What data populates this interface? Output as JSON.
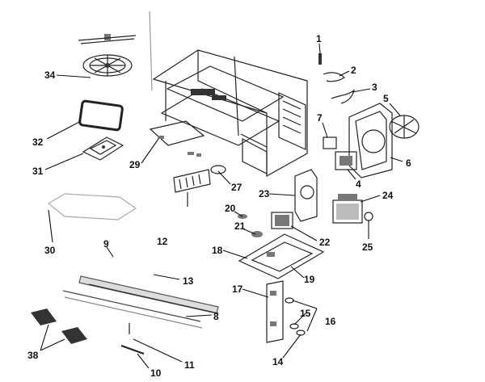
{
  "callouts": [
    {
      "id": "c1",
      "text": "1"
    },
    {
      "id": "c2",
      "text": "2"
    },
    {
      "id": "c3",
      "text": "3"
    },
    {
      "id": "c4",
      "text": "4"
    },
    {
      "id": "c5",
      "text": "5"
    },
    {
      "id": "c6",
      "text": "6"
    },
    {
      "id": "c7",
      "text": "7"
    },
    {
      "id": "c8",
      "text": "8"
    },
    {
      "id": "c9",
      "text": "9"
    },
    {
      "id": "c10",
      "text": "10"
    },
    {
      "id": "c11",
      "text": "11"
    },
    {
      "id": "c12",
      "text": "12"
    },
    {
      "id": "c13",
      "text": "13"
    },
    {
      "id": "c14",
      "text": "14"
    },
    {
      "id": "c15",
      "text": "15"
    },
    {
      "id": "c16",
      "text": "16"
    },
    {
      "id": "c17",
      "text": "17"
    },
    {
      "id": "c18",
      "text": "18"
    },
    {
      "id": "c19",
      "text": "19"
    },
    {
      "id": "c20",
      "text": "20"
    },
    {
      "id": "c21",
      "text": "21"
    },
    {
      "id": "c22",
      "text": "22"
    },
    {
      "id": "c23",
      "text": "23"
    },
    {
      "id": "c24",
      "text": "24"
    },
    {
      "id": "c25",
      "text": "25"
    },
    {
      "id": "c27",
      "text": "27"
    },
    {
      "id": "c29",
      "text": "29"
    },
    {
      "id": "c30",
      "text": "30"
    },
    {
      "id": "c31",
      "text": "31"
    },
    {
      "id": "c32",
      "text": "32"
    },
    {
      "id": "c34",
      "text": "34"
    },
    {
      "id": "c38",
      "text": "38"
    }
  ]
}
